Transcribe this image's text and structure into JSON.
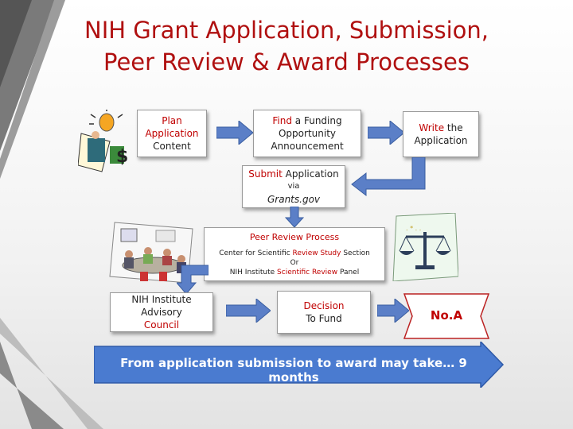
{
  "title": {
    "line1": "NIH Grant Application, Submission,",
    "line2": "Peer Review & Award Processes"
  },
  "boxes": {
    "plan": {
      "w1": "Plan",
      "w2": "Application",
      "w3": "Content"
    },
    "find": {
      "w1": "Find",
      "w1b": " a Funding",
      "w2": "Opportunity",
      "w3": "Announcement"
    },
    "write": {
      "w1": "Write",
      "w1b": " the",
      "w2": "Application"
    },
    "submit": {
      "w1": "Submit",
      "w1b": " Application",
      "w2": "via",
      "w3": "Grants.gov"
    },
    "review": {
      "title": "Peer Review Process",
      "l1a": "Center for Scientific ",
      "l1b": "Review Study",
      "l1c": " Section",
      "l2": "Or",
      "l3a": "NIH Institute ",
      "l3b": "Scientific Review",
      "l3c": " Panel"
    },
    "council": {
      "w1": "NIH Institute Advisory",
      "w2": "Council"
    },
    "decision": {
      "w1": "Decision",
      "w2": "To Fund"
    },
    "noa": {
      "label": "No.A"
    }
  },
  "banner": {
    "text": "From application submission to award may take… 9 months"
  },
  "colors": {
    "accent": "#c00000",
    "title": "#b01010",
    "arrow": "#5b7fc7",
    "banner": "#4a7bd0"
  },
  "icons": [
    "lightbulb-person-icon",
    "meeting-clipart-icon",
    "scales-of-justice-icon"
  ]
}
